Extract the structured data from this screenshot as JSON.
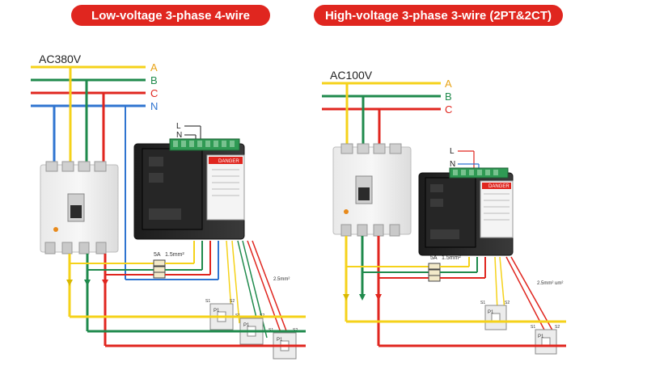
{
  "left_panel": {
    "title": "Low-voltage 3-phase 4-wire",
    "supply_label": "AC380V",
    "phase_labels": [
      "A",
      "B",
      "C",
      "N"
    ],
    "aux_labels": [
      "L",
      "N"
    ],
    "fuse_rating": "5A",
    "fuse_wire_size": "1.5mm²",
    "ct_wire_size": "2.5mm²",
    "ct_labels": [
      "P1",
      "P1",
      "P1"
    ],
    "terminal_labels": [
      "S1",
      "S2"
    ],
    "meter_label": "DANGER"
  },
  "right_panel": {
    "title": "High-voltage 3-phase 3-wire (2PT&2CT)",
    "supply_label": "AC100V",
    "phase_labels": [
      "A",
      "B",
      "C"
    ],
    "aux_labels": [
      "L",
      "N"
    ],
    "fuse_rating": "5A",
    "fuse_wire_size": "1.5mm²",
    "ct_wire_size": "2.5mm² um²",
    "ct_labels": [
      "P1",
      "P1"
    ],
    "terminal_labels": [
      "S1",
      "S2"
    ],
    "meter_label": "DANGER"
  },
  "colors": {
    "phase_a": "#f5d21a",
    "phase_b": "#1f8a4c",
    "phase_c": "#e0261f",
    "neutral": "#2f74d0",
    "label_a": "#e8a317",
    "label_b": "#1f8a4c",
    "label_c": "#e0261f",
    "label_n": "#2f74d0"
  }
}
